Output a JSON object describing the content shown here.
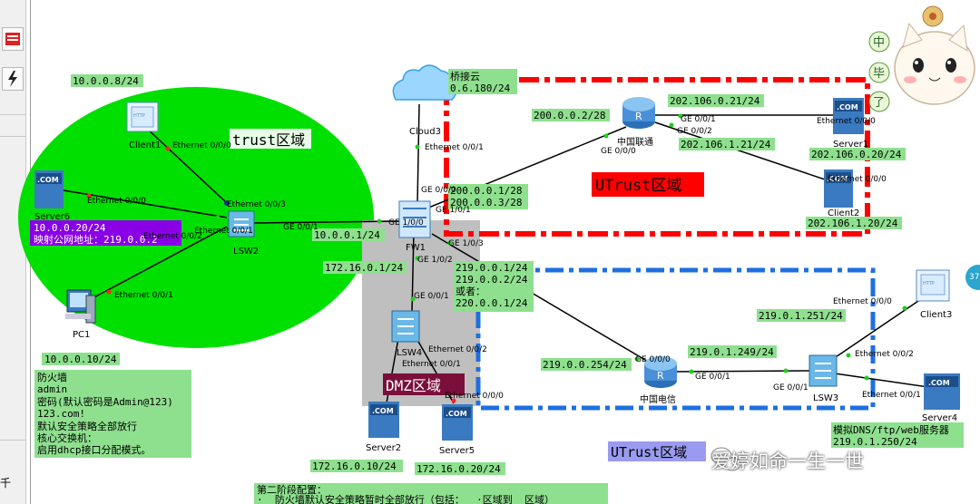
{
  "zones": {
    "trust": "trust区域",
    "utrust_top": "UTrust区域",
    "dmz": "DMZ区域",
    "utrust_bottom": "UTrust区域"
  },
  "devices": {
    "client1": "Client1",
    "server6": "Server6",
    "pc1": "PC1",
    "lsw2": "LSW2",
    "cloud3": "Cloud3",
    "fw1": "FW1",
    "lsw4": "LSW4",
    "server2": "Server2",
    "server5": "Server5",
    "unicom": "中国联通",
    "server1": "Server1",
    "client2": "Client2",
    "telecom": "中国电信",
    "lsw3": "LSW3",
    "client3": "Client3",
    "server4": "Server4"
  },
  "addresses": {
    "client1_ip": "10.0.0.8/24",
    "server6_ip": "10.0.0.20/24",
    "server6_public": "映射公网地址：219.0.0.2",
    "pc1_ip": "10.0.0.10/24",
    "fw_trust": "10.0.0.1/24",
    "cloud_ip": "桥接云",
    "cloud_ip2": "0.6.180/24",
    "unicom_left": "200.0.0.2/28",
    "unicom_s1": "202.106.0.21/24",
    "unicom_c2": "202.106.1.21/24",
    "server1_ip": "202.106.0.20/24",
    "client2_ip": "202.106.1.20/24",
    "fw_untrust1a": "200.0.0.1/28",
    "fw_untrust1b": "200.0.0.3/28",
    "fw_dmz": "172.16.0.1/24",
    "fw_untrust2": "219.0.0.1/24\n219.0.0.2/24\n或者：\n220.0.0.1/24",
    "telecom_left": "219.0.0.254/24",
    "telecom_right": "219.0.1.249/24",
    "client3_gw": "219.0.1.251/24",
    "server2_ip": "172.16.0.10/24",
    "server5_ip": "172.16.0.20/24",
    "server4_desc": "模拟DNS/ftp/web服务器\n219.0.1.250/24"
  },
  "ports": {
    "client1_e0": "Ethernet 0/0/0",
    "server6_e0": "Ethernet 0/0/0",
    "lsw2_e3": "Ethernet 0/0/3",
    "lsw2_e2": "Ethernet 0/0/2",
    "lsw2_e1": "Ethernet 0/0/1",
    "pc1_e1": "Ethernet 0/0/1",
    "lsw2_ge": "GE 0/0/1",
    "fw_ge100": "GE 1/0/0",
    "cloud_e1": "Ethernet 0/0/1",
    "fw_ge000": "GE 0/0/0",
    "fw_ge101": "GE 1/0/1",
    "fw_ge102": "GE 1/0/2",
    "fw_ge103": "GE 1/0/3",
    "unicom_ge000": "GE 0/0/0",
    "unicom_ge001": "GE 0/0/1",
    "unicom_ge002": "GE 0/0/2",
    "server1_e0": "Ethernet 0/0/0",
    "client2_e0": "Ethernet 0/0/0",
    "lsw4_ge": "GE 0/0/1",
    "lsw4_e1": "Ethernet 0/0/1",
    "lsw4_e2": "Ethernet 0/0/2",
    "server5_e0": "Ethernet 0/0/0",
    "telecom_ge000": "GE 0/0/0",
    "telecom_ge001": "GE 0/0/1",
    "lsw3_ge": "GE 0/0/1",
    "lsw3_e2": "Ethernet 0/0/2",
    "lsw3_e1": "Ethernet 0/0/1",
    "client3_e0": "Ethernet 0/0/0"
  },
  "notes": {
    "firewall": "防火墙\nadmin\n密码(默认密码是Admin@123)\n123.com!\n默认安全策略全部放行\n核心交换机：\n启用dhcp接口分配模式。",
    "stage2": "第二阶段配置：\n·  防火墙默认安全策略暂时全部放行（包括：  ·区域到  区域）"
  },
  "watermark": "爱婷如命一生一世",
  "edge_char": "千",
  "badge_text": "37",
  "mascot_text": [
    "中",
    "毕",
    "了"
  ],
  "colors": {
    "trust_zone": "#00e000",
    "untrust_top_border": "#ff0000",
    "untrust_bottom_border": "#1e6fe0",
    "dmz_zone": "#bfbfbf",
    "label_bg": "#8ee08e",
    "dmz_label_bg": "#7a0f3c",
    "utrust_bottom_label_bg": "#9a9af0",
    "server6_label_bg": "#8a00e6"
  }
}
